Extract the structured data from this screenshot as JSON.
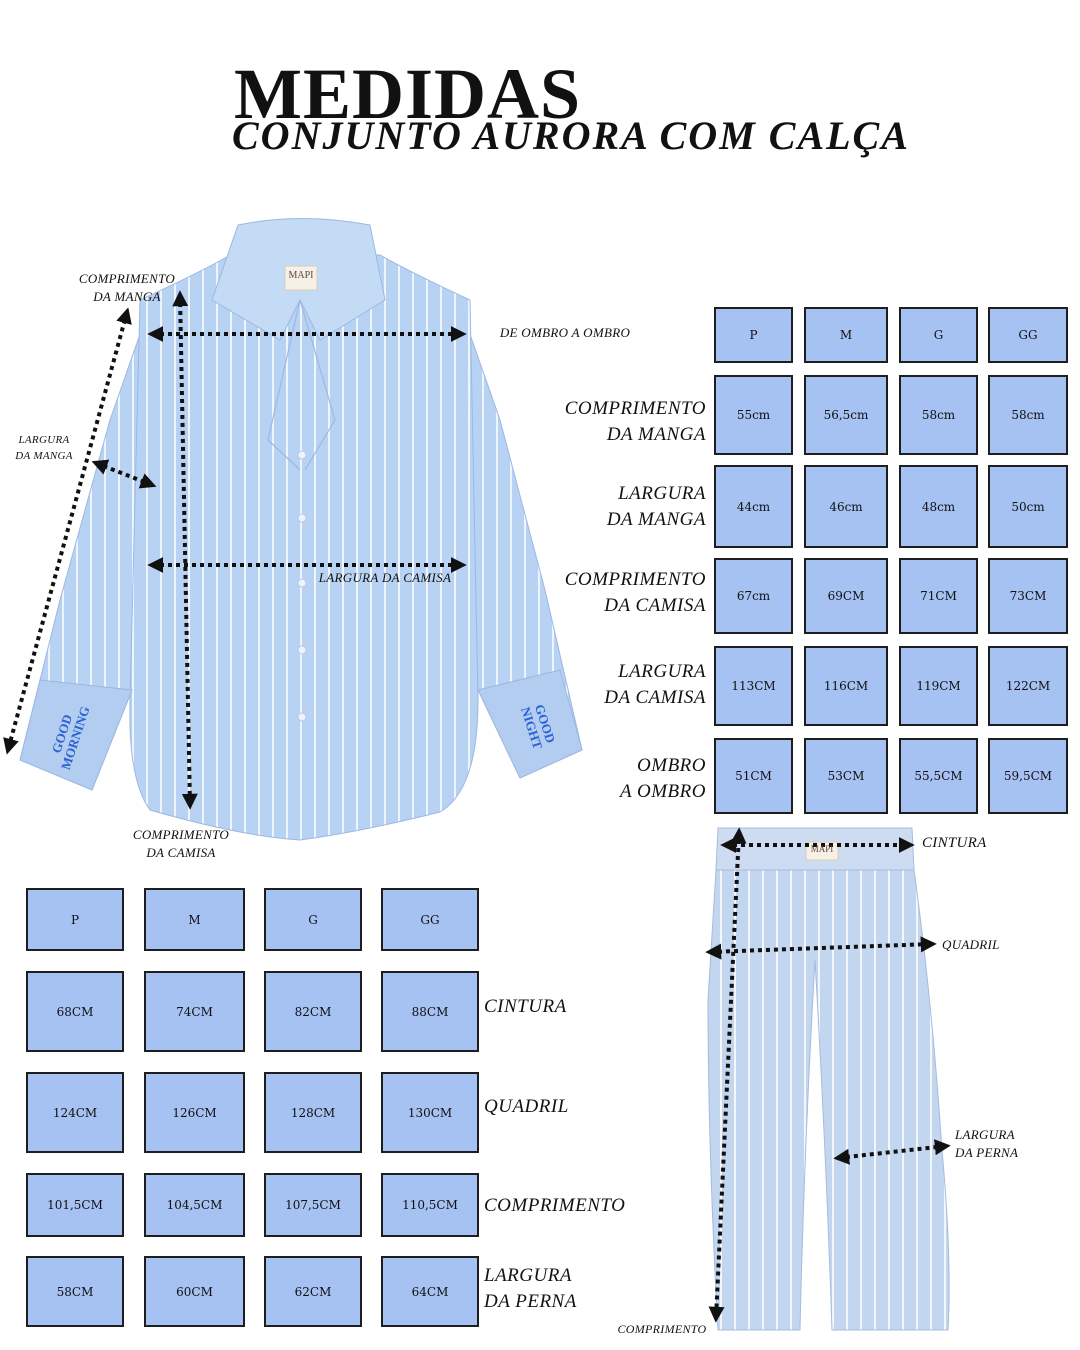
{
  "header": {
    "title": "MEDIDAS",
    "subtitle": "CONJUNTO AURORA COM CALÇA"
  },
  "colors": {
    "cell_fill": "#a6c2f2",
    "shirt_blue": "#b8d2f3",
    "pants_blue": "#c2d6ef",
    "embroidery": "#2a62d4"
  },
  "shirt_diagram": {
    "brand_label": "MAPI",
    "cuff_left": "GOOD MORNING",
    "cuff_right": "GOOD NIGHT",
    "annotations": {
      "sleeve_length": [
        "COMPRIMENTO",
        "DA MANGA"
      ],
      "sleeve_width": [
        "LARGURA",
        "DA MANGA"
      ],
      "shoulder": "DE OMBRO A OMBRO",
      "shirt_width": "LARGURA DA CAMISA",
      "shirt_length": [
        "COMPRIMENTO",
        "DA CAMISA"
      ]
    }
  },
  "shirt_table": {
    "sizes": [
      "P",
      "M",
      "G",
      "GG"
    ],
    "rows": [
      {
        "label": [
          "COMPRIMENTO",
          "DA MANGA"
        ],
        "values": [
          "55cm",
          "56,5cm",
          "58cm",
          "58cm"
        ]
      },
      {
        "label": [
          "LARGURA",
          "DA MANGA"
        ],
        "values": [
          "44cm",
          "46cm",
          "48cm",
          "50cm"
        ]
      },
      {
        "label": [
          "COMPRIMENTO",
          "DA CAMISA"
        ],
        "values": [
          "67cm",
          "69CM",
          "71CM",
          "73CM"
        ]
      },
      {
        "label": [
          "LARGURA",
          "DA CAMISA"
        ],
        "values": [
          "113CM",
          "116CM",
          "119CM",
          "122CM"
        ]
      },
      {
        "label": [
          "OMBRO",
          "A OMBRO"
        ],
        "values": [
          "51CM",
          "53CM",
          "55,5CM",
          "59,5CM"
        ]
      }
    ]
  },
  "pants_diagram": {
    "brand_label": "MAPI",
    "annotations": {
      "waist": "CINTURA",
      "hip": "QUADRIL",
      "leg_width": [
        "LARGURA",
        "DA PERNA"
      ],
      "length": "COMPRIMENTO"
    }
  },
  "pants_table": {
    "sizes": [
      "P",
      "M",
      "G",
      "GG"
    ],
    "rows": [
      {
        "label": [
          "CINTURA"
        ],
        "values": [
          "68CM",
          "74CM",
          "82CM",
          "88CM"
        ]
      },
      {
        "label": [
          "QUADRIL"
        ],
        "values": [
          "124CM",
          "126CM",
          "128CM",
          "130CM"
        ]
      },
      {
        "label": [
          "COMPRIMENTO"
        ],
        "values": [
          "101,5CM",
          "104,5CM",
          "107,5CM",
          "110,5CM"
        ]
      },
      {
        "label": [
          "LARGURA",
          "DA PERNA"
        ],
        "values": [
          "58CM",
          "60CM",
          "62CM",
          "64CM"
        ]
      }
    ]
  }
}
